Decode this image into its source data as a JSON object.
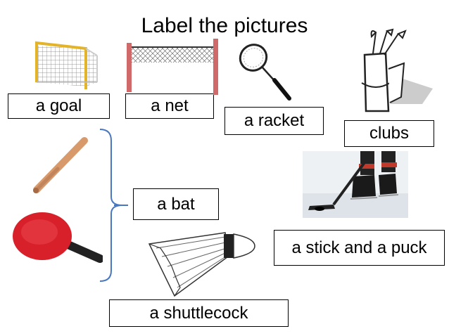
{
  "title": "Label the pictures",
  "labels": {
    "goal": "a goal",
    "net": "a net",
    "racket": "a racket",
    "clubs": "clubs",
    "bat": "a bat",
    "stick_puck": "a stick and a puck",
    "shuttlecock": "a shuttlecock"
  },
  "colors": {
    "bracket": "#4a78c0",
    "goal_frame": "#e3b32a",
    "net_posts": "#d06a6a",
    "paddle": "#d8202a",
    "bat": "#d89a6a"
  }
}
